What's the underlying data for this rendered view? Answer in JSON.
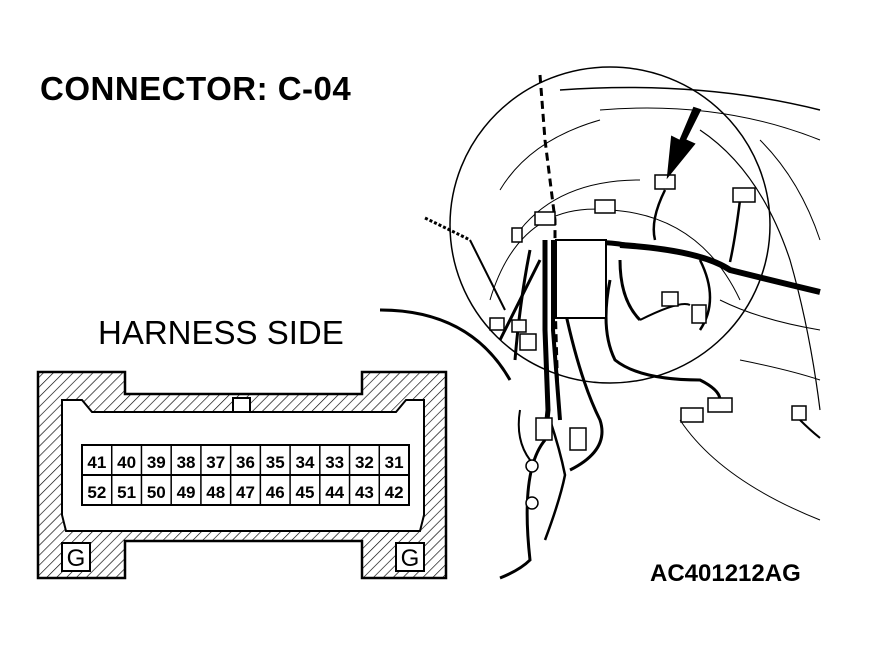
{
  "title": "CONNECTOR: C-04",
  "subtitle": "HARNESS SIDE",
  "figure_id": "AC401212AG",
  "connector": {
    "top_row": [
      "41",
      "40",
      "39",
      "38",
      "37",
      "36",
      "35",
      "34",
      "33",
      "32",
      "31"
    ],
    "bottom_row": [
      "52",
      "51",
      "50",
      "49",
      "48",
      "47",
      "46",
      "45",
      "44",
      "43",
      "42"
    ],
    "ground_left": "G",
    "ground_right": "G"
  }
}
